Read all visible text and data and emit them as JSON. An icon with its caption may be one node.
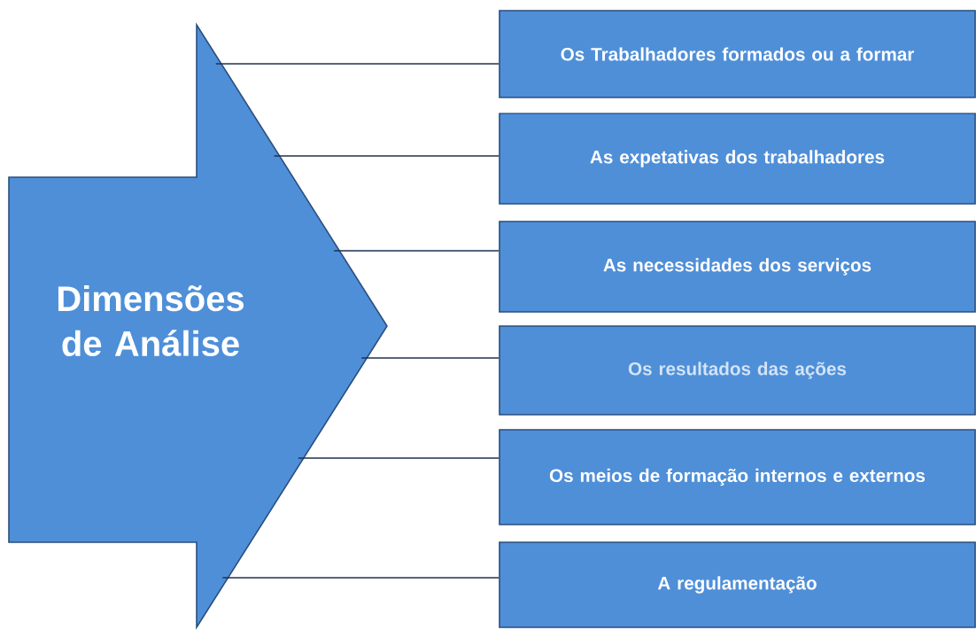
{
  "diagram": {
    "nodes": [
      {
        "text": [
          "Dimensões de Análise"
        ]
      },
      {
        "text": [
          "Os Trabalhadores formados ou a formar"
        ]
      },
      {
        "text": [
          "As expetativas dos trabalhadores"
        ]
      },
      {
        "text": [
          "As necessidades dos serviços"
        ]
      },
      {
        "text": [
          "Os resultados das ações"
        ]
      },
      {
        "text": [
          "Os meios de formação internos e externos"
        ]
      },
      {
        "text": [
          "A regulamentação"
        ]
      }
    ],
    "edges": [
      {
        "from": 0,
        "to": 1,
        "arrow": "none"
      },
      {
        "from": 0,
        "to": 2,
        "arrow": "none"
      },
      {
        "from": 0,
        "to": 3,
        "arrow": "none"
      },
      {
        "from": 0,
        "to": 4,
        "arrow": "none"
      },
      {
        "from": 0,
        "to": 5,
        "arrow": "none"
      },
      {
        "from": 0,
        "to": 6,
        "arrow": "none"
      }
    ]
  }
}
